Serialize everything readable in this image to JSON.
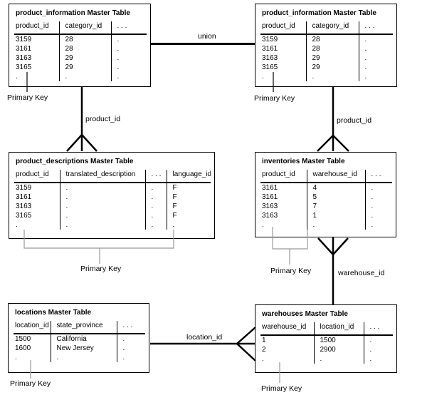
{
  "tables": [
    {
      "name": "product_information_top_left",
      "title": "product_information Master Table",
      "columns": [
        "product_id",
        "category_id",
        ". . ."
      ],
      "rows": [
        [
          "3159",
          "28",
          "."
        ],
        [
          "3161",
          "28",
          "."
        ],
        [
          "3163",
          "29",
          "."
        ],
        [
          "3165",
          "29",
          "."
        ],
        [
          ".",
          ".",
          "."
        ]
      ]
    },
    {
      "name": "product_information_top_right",
      "title": "product_information Master Table",
      "columns": [
        "product_id",
        "category_id",
        ". . ."
      ],
      "rows": [
        [
          "3159",
          "28",
          "."
        ],
        [
          "3161",
          "28",
          "."
        ],
        [
          "3163",
          "29",
          "."
        ],
        [
          "3165",
          "29",
          "."
        ],
        [
          ".",
          ".",
          "."
        ]
      ]
    },
    {
      "name": "product_descriptions",
      "title": "product_descriptions Master Table",
      "columns": [
        "product_id",
        "translated_description",
        ". . .",
        "language_id"
      ],
      "rows": [
        [
          "3159",
          ".",
          ".",
          "F"
        ],
        [
          "3161",
          ".",
          ".",
          "F"
        ],
        [
          "3163",
          ".",
          ".",
          "F"
        ],
        [
          "3165",
          ".",
          ".",
          "F"
        ],
        [
          ".",
          ".",
          ".",
          "."
        ]
      ]
    },
    {
      "name": "inventories",
      "title": "inventories Master Table",
      "columns": [
        "product_id",
        "warehouse_id",
        ". . ."
      ],
      "rows": [
        [
          "3161",
          "4",
          "."
        ],
        [
          "3161",
          "5",
          "."
        ],
        [
          "3163",
          "7",
          "."
        ],
        [
          "3163",
          "1",
          "."
        ],
        [
          ".",
          ".",
          "."
        ]
      ]
    },
    {
      "name": "locations",
      "title": "locations Master Table",
      "columns": [
        "location_id",
        "state_province",
        ". . ."
      ],
      "rows": [
        [
          "1500",
          "California",
          "."
        ],
        [
          "1600",
          "New Jersey",
          "."
        ],
        [
          ".",
          ".",
          "."
        ]
      ]
    },
    {
      "name": "warehouses",
      "title": "warehouses Master Table",
      "columns": [
        "warehouse_id",
        "location_id",
        ". . ."
      ],
      "rows": [
        [
          "1",
          "1500",
          "."
        ],
        [
          "2",
          "2900",
          "."
        ],
        [
          ".",
          ".",
          "."
        ]
      ]
    }
  ],
  "labels": {
    "union": "union",
    "product_id_left": "product_id",
    "product_id_right": "product_id",
    "warehouse_id": "warehouse_id",
    "location_id": "location_id",
    "primary_key_product_information_left": "Primary Key",
    "primary_key_product_information_right": "Primary Key",
    "primary_key_product_descriptions": "Primary Key",
    "primary_key_inventories": "Primary Key",
    "primary_key_locations": "Primary Key",
    "primary_key_warehouses": "Primary Key"
  },
  "colors": {
    "line": "#000000",
    "pk_line": "#999999",
    "text": "#000000",
    "background": "#ffffff"
  }
}
